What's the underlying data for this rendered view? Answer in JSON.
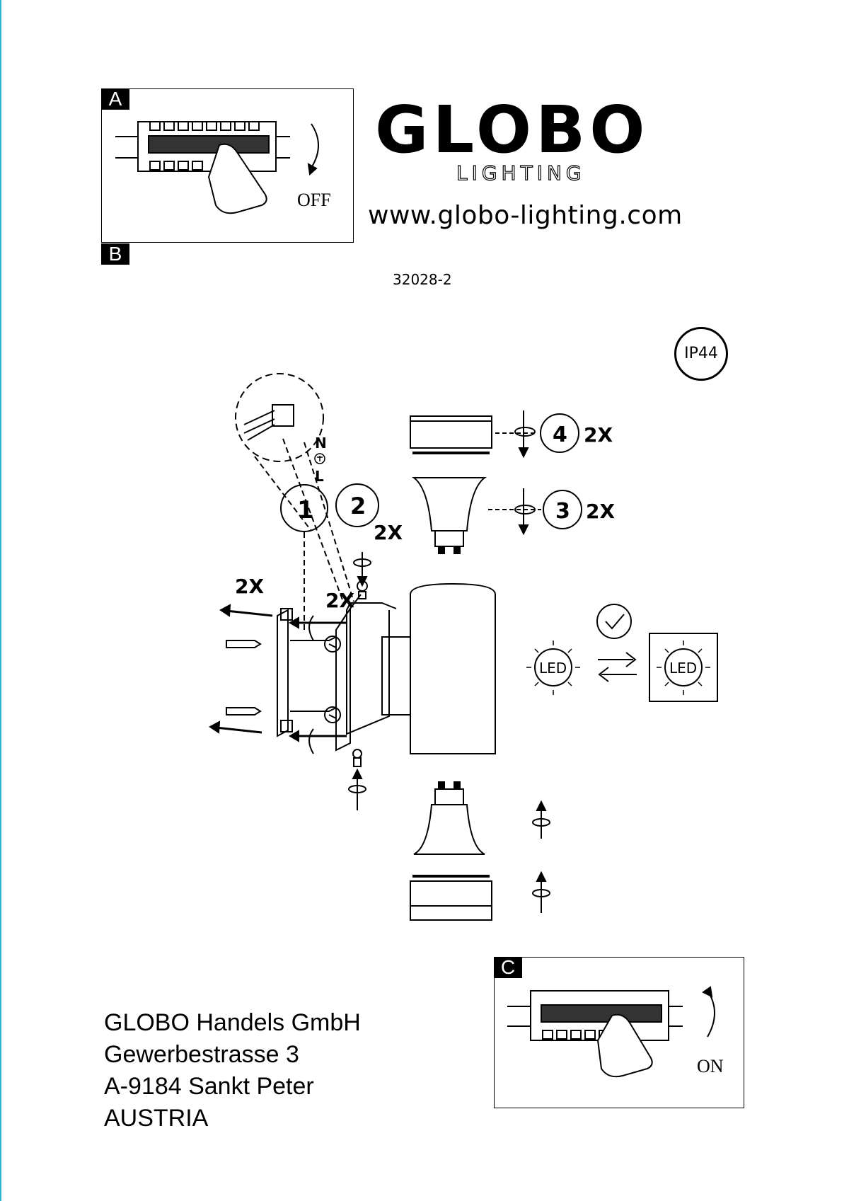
{
  "panel_a": {
    "tag": "A",
    "tag_b": "B",
    "state": "OFF"
  },
  "panel_c": {
    "tag": "C",
    "state": "ON"
  },
  "brand": {
    "name": "GLOBO",
    "sub": "LIGHTING",
    "url": "www.globo-lighting.com"
  },
  "model_number": "32028-2",
  "ip_rating": "IP44",
  "steps": {
    "s1": "1",
    "s2": "2",
    "s3": "3",
    "s4": "4",
    "qty_a": "2X",
    "qty_b": "2X",
    "qty_c": "2X",
    "qty_d": "2X",
    "qty_e": "2X"
  },
  "wiring": {
    "n": "N",
    "l": "L"
  },
  "led": {
    "left": "LED",
    "right": "LED"
  },
  "address": {
    "line1": "GLOBO Handels GmbH",
    "line2": "Gewerbestrasse 3",
    "line3": "A-9184 Sankt Peter",
    "line4": "AUSTRIA"
  }
}
